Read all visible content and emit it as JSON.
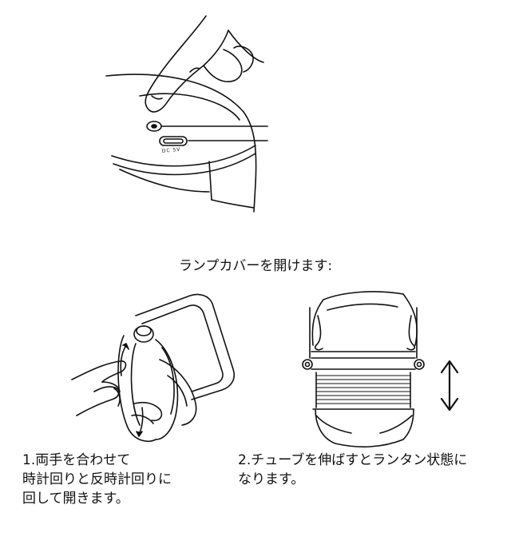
{
  "heading": "ランプカバーを開けます:",
  "port_label": "DC 5V",
  "step1": {
    "lines": [
      "1.両手を合わせて",
      "時計回りと反時計回りに",
      "回して開きます。"
    ]
  },
  "step2": {
    "lines": [
      "2.チューブを伸ばすとランタン状態に",
      "なります。"
    ]
  },
  "icons": [
    "finger-press-icon",
    "rotate-arrows-icon",
    "double-arrow-icon"
  ]
}
